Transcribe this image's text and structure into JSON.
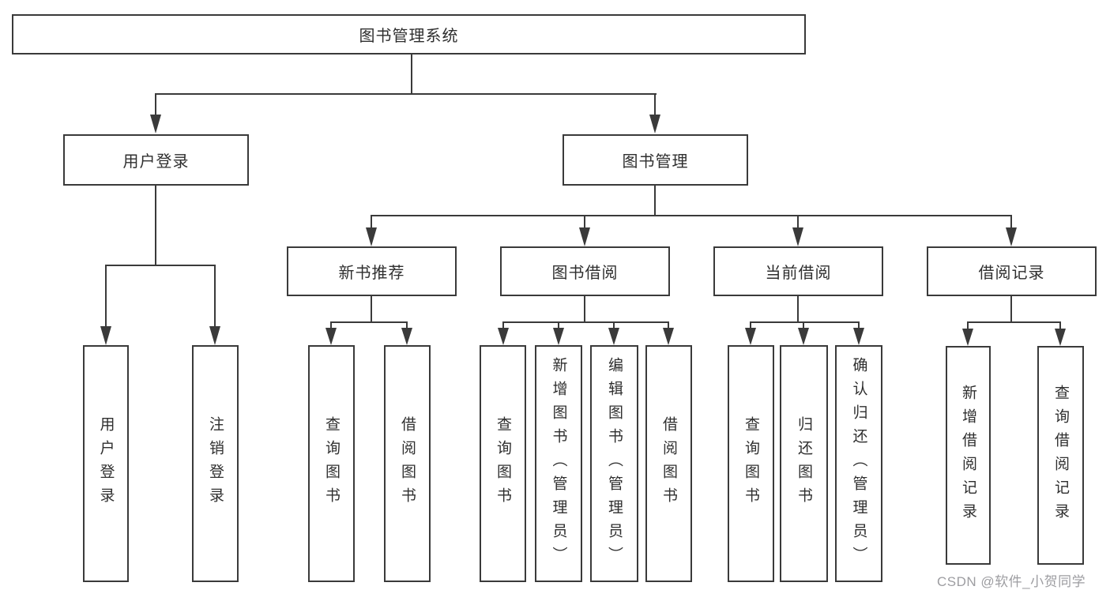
{
  "title": "图书管理系统",
  "level2": [
    "用户登录",
    "图书管理"
  ],
  "level3": [
    "新书推荐",
    "图书借阅",
    "当前借阅",
    "借阅记录"
  ],
  "leaves": {
    "user_login": [
      "用户登录",
      "注销登录"
    ],
    "new_book": [
      "查询图书",
      "借阅图书"
    ],
    "book_borrow": [
      "查询图书",
      "新增图书（管理员）",
      "编辑图书（管理员）",
      "借阅图书"
    ],
    "current_borrow": [
      "查询图书",
      "归还图书",
      "确认归还（管理员）"
    ],
    "borrow_records": [
      "新增借阅记录",
      "查询借阅记录"
    ]
  },
  "watermark": "CSDN @软件_小贺同学",
  "colors": {
    "line": "#3a3a3a",
    "text": "#2f2f2f",
    "watermark_text": "#9d9da1",
    "background": "#ffffff"
  }
}
